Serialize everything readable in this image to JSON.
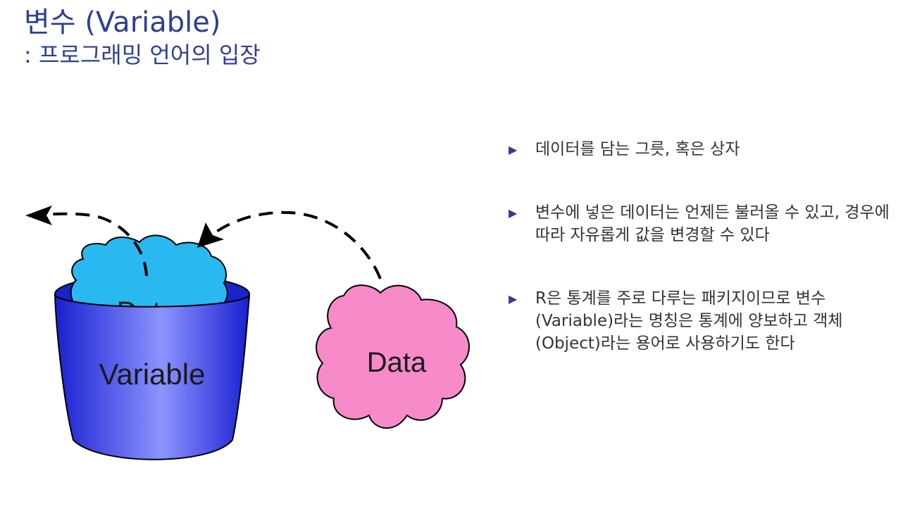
{
  "title": {
    "main": "변수 (Variable)",
    "sub": ": 프로그래밍 언어의 입장"
  },
  "illustration": {
    "bucket_label": "Variable",
    "inside_data_label": "Data",
    "outside_data_label": "Data",
    "colors": {
      "bucket": "#2b33e6",
      "inside_blob": "#29b8f0",
      "outside_blob": "#f78ac8"
    }
  },
  "bullets": [
    {
      "icon": "triangle-bullet",
      "text": "데이터를 담는 그릇, 혹은 상자"
    },
    {
      "icon": "triangle-bullet",
      "text": "변수에 넣은 데이터는 언제든 불러올 수 있고, 경우에 따라 자유롭게 값을 변경할 수 있다"
    },
    {
      "icon": "triangle-bullet",
      "text": "R은 통계를 주로 다루는 패키지이므로 변수(Variable)라는 명칭은 통계에 양보하고 객체(Object)라는 용어로 사용하기도 한다"
    }
  ],
  "colors": {
    "title": "#2f3f8f",
    "bullet_marker": "#2f3f8f",
    "body_text": "#333333"
  }
}
